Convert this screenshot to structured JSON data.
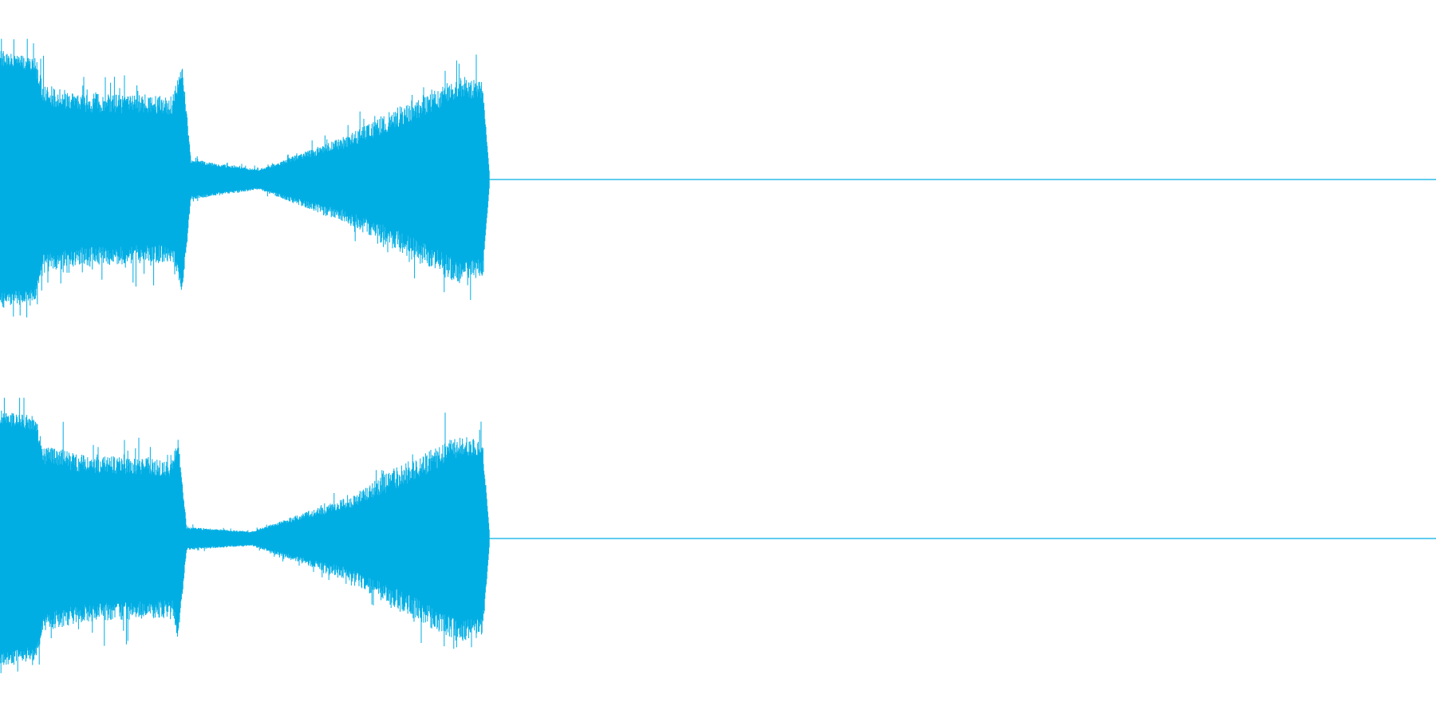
{
  "waveform_view": {
    "color": "#00aee4",
    "background": "#ffffff",
    "channel_count": 2,
    "channels": [
      {
        "id": "left",
        "shape": [
          {
            "t": 0.0,
            "amp": 0.9,
            "variation": 0.12
          },
          {
            "t": 0.025,
            "amp": 0.85,
            "variation": 0.12
          },
          {
            "t": 0.03,
            "amp": 0.65,
            "variation": 0.2
          },
          {
            "t": 0.06,
            "amp": 0.6,
            "variation": 0.22
          },
          {
            "t": 0.12,
            "amp": 0.58,
            "variation": 0.22
          },
          {
            "t": 0.127,
            "amp": 0.8,
            "variation": 0.1
          },
          {
            "t": 0.133,
            "amp": 0.14,
            "variation": 0.2
          },
          {
            "t": 0.18,
            "amp": 0.07,
            "variation": 0.2
          },
          {
            "t": 0.24,
            "amp": 0.3,
            "variation": 0.3
          },
          {
            "t": 0.285,
            "amp": 0.55,
            "variation": 0.3
          },
          {
            "t": 0.32,
            "amp": 0.72,
            "variation": 0.2
          },
          {
            "t": 0.336,
            "amp": 0.68,
            "variation": 0.2
          },
          {
            "t": 0.341,
            "amp": 0.02,
            "variation": 0.0
          }
        ]
      },
      {
        "id": "right",
        "shape": [
          {
            "t": 0.0,
            "amp": 0.9,
            "variation": 0.12
          },
          {
            "t": 0.025,
            "amp": 0.85,
            "variation": 0.12
          },
          {
            "t": 0.03,
            "amp": 0.65,
            "variation": 0.2
          },
          {
            "t": 0.06,
            "amp": 0.58,
            "variation": 0.22
          },
          {
            "t": 0.12,
            "amp": 0.55,
            "variation": 0.22
          },
          {
            "t": 0.124,
            "amp": 0.7,
            "variation": 0.1
          },
          {
            "t": 0.13,
            "amp": 0.08,
            "variation": 0.2
          },
          {
            "t": 0.175,
            "amp": 0.05,
            "variation": 0.2
          },
          {
            "t": 0.24,
            "amp": 0.28,
            "variation": 0.3
          },
          {
            "t": 0.285,
            "amp": 0.55,
            "variation": 0.3
          },
          {
            "t": 0.32,
            "amp": 0.72,
            "variation": 0.2
          },
          {
            "t": 0.336,
            "amp": 0.68,
            "variation": 0.2
          },
          {
            "t": 0.341,
            "amp": 0.02,
            "variation": 0.0
          }
        ]
      }
    ]
  }
}
